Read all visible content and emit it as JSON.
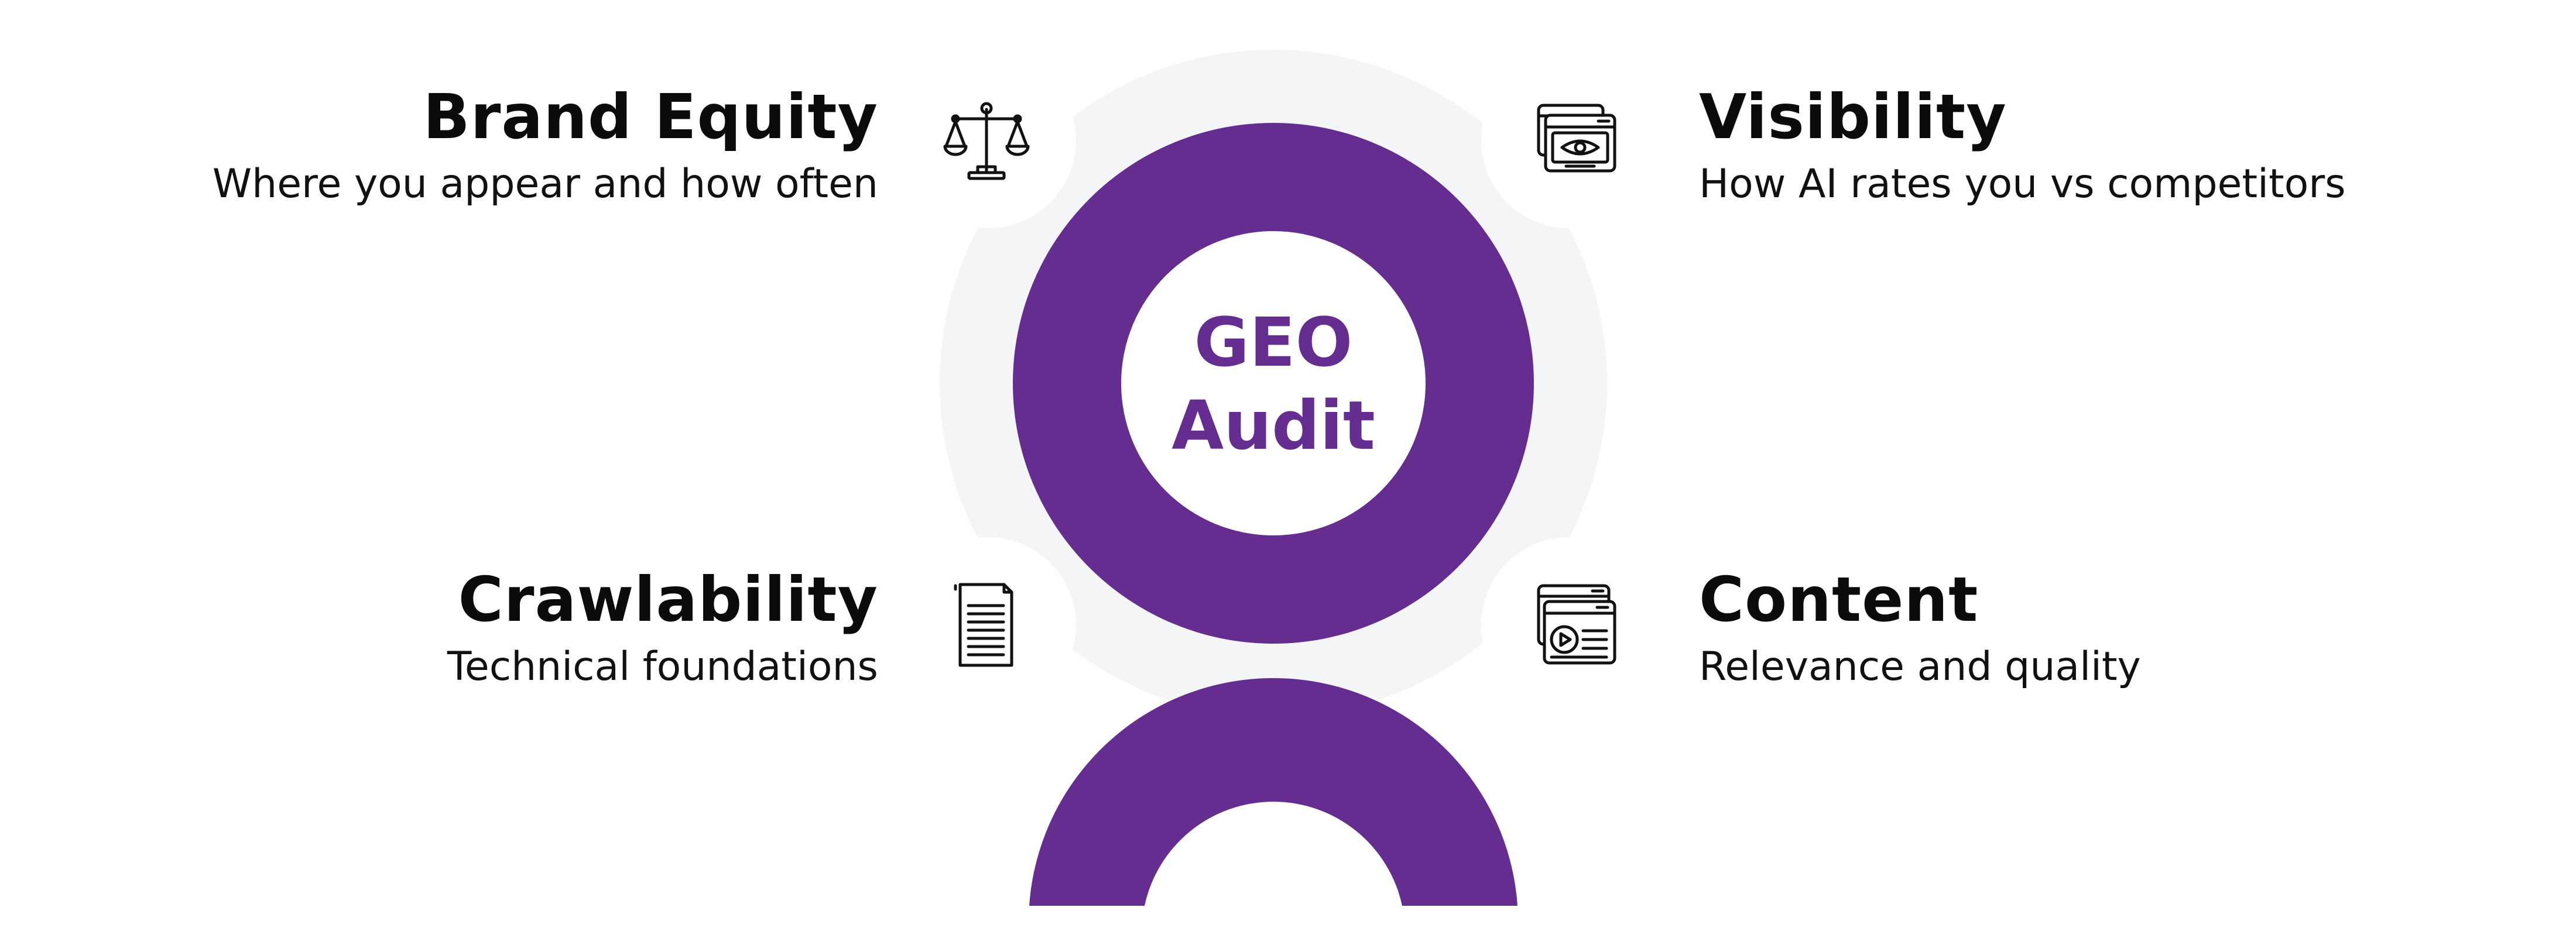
{
  "center": {
    "line1": "GEO",
    "line2": "Audit"
  },
  "pillars": {
    "brand_equity": {
      "title": "Brand Equity",
      "description": "Where you appear and how often",
      "icon": "scales-icon"
    },
    "visibility": {
      "title": "Visibility",
      "description": "How AI rates you vs competitors",
      "icon": "browser-eye-icon"
    },
    "crawlability": {
      "title": "Crawlability",
      "description": "Technical foundations",
      "icon": "document-icon"
    },
    "content": {
      "title": "Content",
      "description": "Relevance and quality",
      "icon": "browser-media-icon"
    }
  },
  "colors": {
    "accent_purple": "#662d91",
    "gear_gray": "#f4f5f7",
    "text_dark": "#0b0b0b",
    "background": "#ffffff"
  }
}
